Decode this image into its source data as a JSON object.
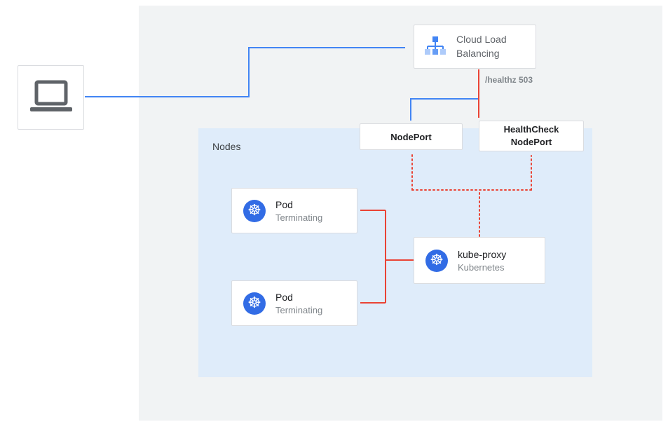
{
  "nodes_panel": {
    "label": "Nodes"
  },
  "client": {
    "icon": "laptop-icon"
  },
  "load_balancer": {
    "label": "Cloud Load Balancing",
    "icon": "cloud-load-balancing-icon"
  },
  "node_port": {
    "label": "NodePort"
  },
  "health_check_node_port": {
    "label": "HealthCheck NodePort"
  },
  "pods": [
    {
      "title": "Pod",
      "status": "Terminating",
      "icon": "kubernetes-icon"
    },
    {
      "title": "Pod",
      "status": "Terminating",
      "icon": "kubernetes-icon"
    }
  ],
  "kube_proxy": {
    "title": "kube-proxy",
    "subtitle": "Kubernetes",
    "icon": "kubernetes-icon"
  },
  "icons": {
    "kubernetes_glyph": "☸"
  },
  "edges": [
    {
      "from": "client-laptop",
      "to": "cloud-load-balancing",
      "color": "#4285F4",
      "style": "solid"
    },
    {
      "from": "cloud-load-balancing",
      "to": "nodeport",
      "color": "#4285F4",
      "style": "solid"
    },
    {
      "from": "cloud-load-balancing",
      "to": "healthcheck-nodeport",
      "color": "#EA4335",
      "style": "solid",
      "label": "/healthz 503"
    },
    {
      "from": "kube-proxy",
      "to": "pod-1",
      "color": "#EA4335",
      "style": "solid"
    },
    {
      "from": "kube-proxy",
      "to": "pod-2",
      "color": "#EA4335",
      "style": "solid"
    },
    {
      "from": "kube-proxy",
      "to": "nodeport",
      "color": "#EA4335",
      "style": "dotted"
    },
    {
      "from": "kube-proxy",
      "to": "healthcheck-nodeport",
      "color": "#EA4335",
      "style": "dotted"
    }
  ],
  "colors": {
    "blue": "#4285F4",
    "red": "#EA4335",
    "background_panel": "#F1F3F4",
    "nodes_panel": "#DFECFA",
    "kubernetes_blue": "#326CE5",
    "box_border": "#DADCE0"
  }
}
